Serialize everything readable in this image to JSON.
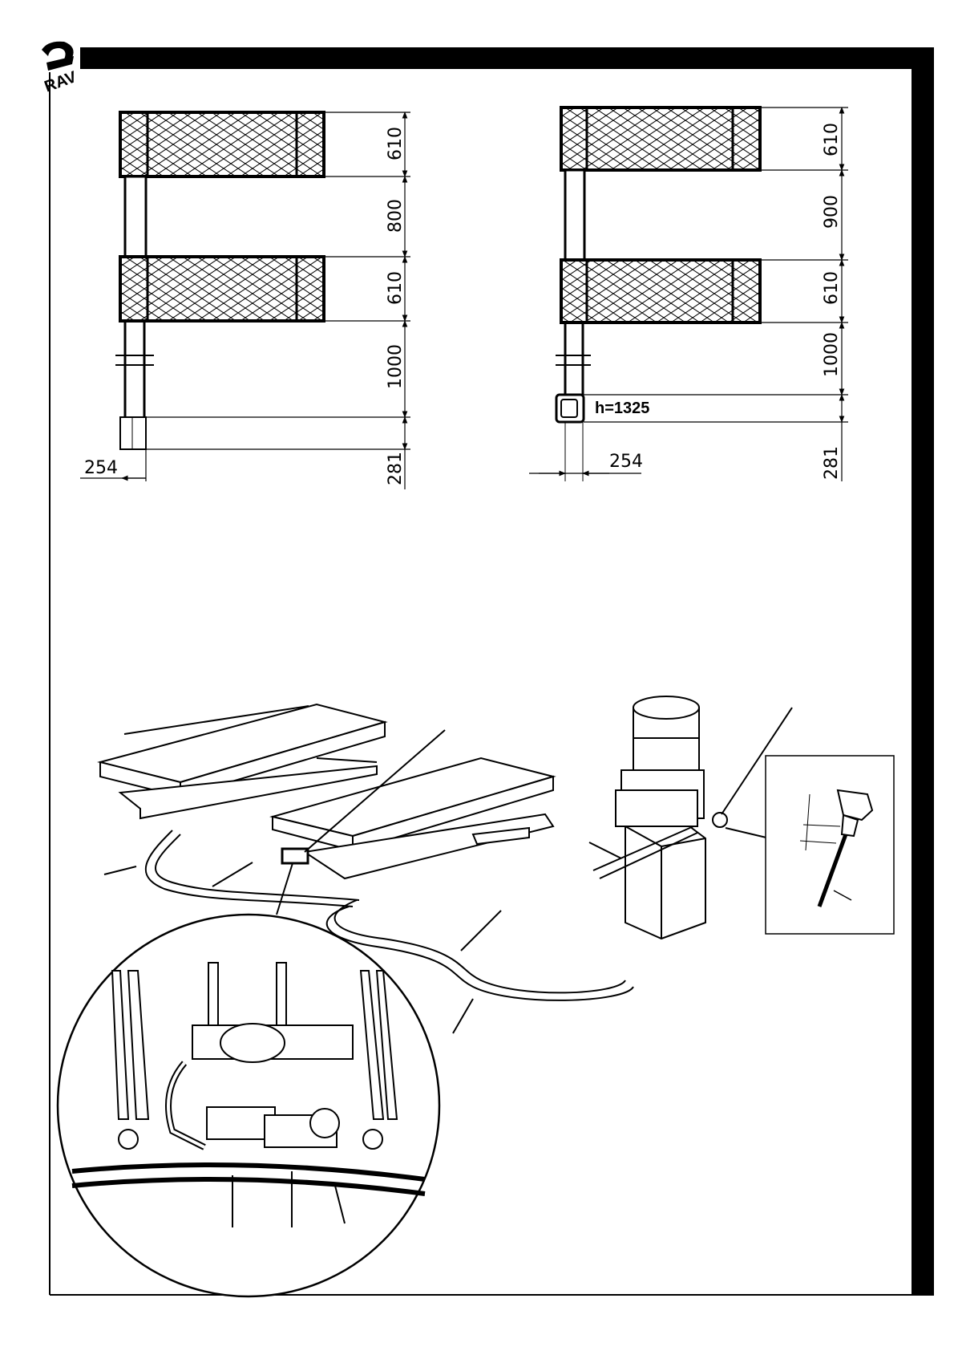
{
  "logo": {
    "text": "RAV"
  },
  "diagram_left": {
    "dims": {
      "pad_upper": "610",
      "gap": "800",
      "pad_lower": "610",
      "column": "1000",
      "base": "281",
      "offset": "254"
    }
  },
  "diagram_right": {
    "dims": {
      "pad_upper": "610",
      "gap": "900",
      "pad_lower": "610",
      "column": "1000",
      "base": "281",
      "offset": "254"
    },
    "callout": "h=1325"
  },
  "colors": {
    "ink": "#000000",
    "paper": "#ffffff"
  }
}
